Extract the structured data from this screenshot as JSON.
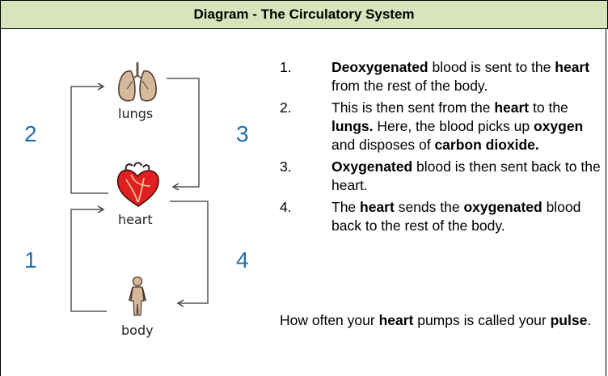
{
  "title": "Diagram - The Circulatory System",
  "diagram": {
    "node_labels": {
      "lungs": "lungs",
      "heart": "heart",
      "body": "body"
    },
    "loop_numbers": {
      "left_top": "2",
      "right_top": "3",
      "left_bottom": "1",
      "right_bottom": "4"
    },
    "icons": [
      "lungs-icon",
      "heart-icon",
      "body-icon"
    ],
    "accent_color": "#1f6fb5",
    "header_color": "#d8e4bc"
  },
  "steps": [
    {
      "num": "1.",
      "parts": [
        {
          "t": "Deoxygenated",
          "b": true
        },
        {
          "t": " blood is sent to the ",
          "b": false
        },
        {
          "t": "heart",
          "b": true
        },
        {
          "t": " from the rest of the body.",
          "b": false
        }
      ]
    },
    {
      "num": "2.",
      "parts": [
        {
          "t": "This is then sent from the ",
          "b": false
        },
        {
          "t": "heart",
          "b": true
        },
        {
          "t": " to the ",
          "b": false
        },
        {
          "t": "lungs.",
          "b": true
        },
        {
          "t": " Here, the blood picks up ",
          "b": false
        },
        {
          "t": "oxygen",
          "b": true
        },
        {
          "t": " and disposes of ",
          "b": false
        },
        {
          "t": "carbon dioxide.",
          "b": true
        }
      ]
    },
    {
      "num": "3.",
      "parts": [
        {
          "t": "Oxygenated",
          "b": true
        },
        {
          "t": " blood is then sent back to the heart.",
          "b": false
        }
      ]
    },
    {
      "num": "4.",
      "parts": [
        {
          "t": "The ",
          "b": false
        },
        {
          "t": "heart",
          "b": true
        },
        {
          "t": " sends the ",
          "b": false
        },
        {
          "t": "oxygenated",
          "b": true
        },
        {
          "t": " blood back to the rest of the body.",
          "b": false
        }
      ]
    }
  ],
  "footer": [
    {
      "t": "How often your ",
      "b": false
    },
    {
      "t": "heart",
      "b": true
    },
    {
      "t": " pumps is called your ",
      "b": false
    },
    {
      "t": "pulse",
      "b": true
    },
    {
      "t": ".",
      "b": false
    }
  ]
}
